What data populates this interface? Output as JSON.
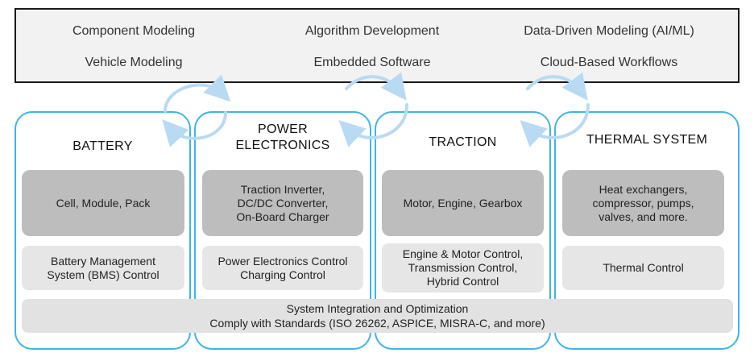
{
  "top": {
    "items": [
      "Component Modeling",
      "Algorithm Development",
      "Data-Driven Modeling (AI/ML)",
      "Vehicle Modeling",
      "Embedded Software",
      "Cloud-Based Workflows"
    ]
  },
  "columns": [
    {
      "title": "BATTERY",
      "primary": "Cell, Module, Pack",
      "control": "Battery Management\nSystem (BMS) Control"
    },
    {
      "title": "POWER\nELECTRONICS",
      "primary": "Traction Inverter,\nDC/DC Converter,\nOn-Board Charger",
      "control": "Power Electronics Control\nCharging Control"
    },
    {
      "title": "TRACTION",
      "primary": "Motor, Engine, Gearbox",
      "control": "Engine & Motor Control,\nTransmission Control,\nHybrid Control"
    },
    {
      "title": "THERMAL SYSTEM",
      "primary": "Heat exchangers,\ncompressor, pumps,\nvalves, and more.",
      "control": "Thermal Control"
    }
  ],
  "bottom": {
    "line1": "System Integration and Optimization",
    "line2": "Comply with Standards (ISO 26262, ASPICE, MISRA-C, and more)"
  },
  "colors": {
    "border": "#3fb4e6",
    "arrow": "#b9daf3",
    "dark_box": "#bdbdbd",
    "light_box": "#e6e6e6"
  }
}
